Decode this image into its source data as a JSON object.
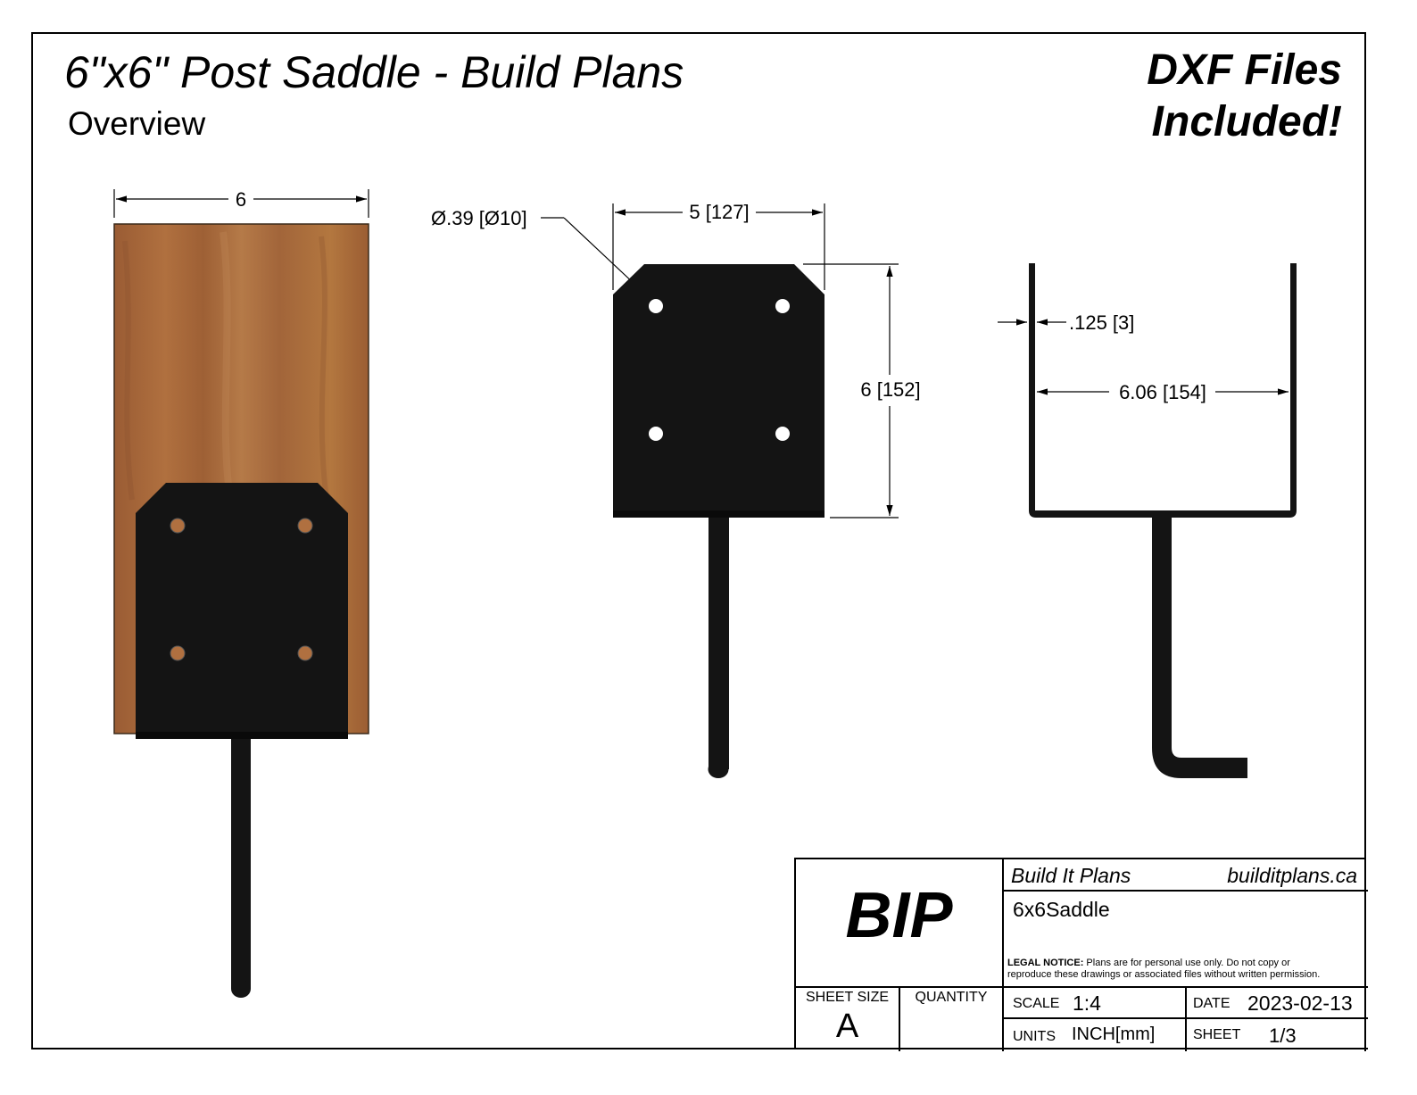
{
  "header": {
    "title": "6\"x6\" Post Saddle - Build Plans",
    "subtitle": "Overview",
    "badge_line1": "DXF Files",
    "badge_line2": "Included!"
  },
  "views": {
    "left": {
      "width_dim": "6"
    },
    "front": {
      "hole_dim": "Ø.39 [Ø10]",
      "width_dim": "5 [127]",
      "height_dim": "6 [152]"
    },
    "side": {
      "thickness_dim": ".125 [3]",
      "inner_width_dim": "6.06 [154]"
    }
  },
  "title_block": {
    "logo": "BIP",
    "company": "Build It Plans",
    "website": "builditplans.ca",
    "part_name": "6x6Saddle",
    "legal_label": "LEGAL NOTICE:",
    "legal_text_line1": "Plans are for personal use only. Do not copy or",
    "legal_text_line2": "reproduce these drawings or associated files without written permission.",
    "sheet_size_label": "SHEET SIZE",
    "sheet_size_value": "A",
    "quantity_label": "QUANTITY",
    "scale_label": "SCALE",
    "scale_value": "1:4",
    "date_label": "DATE",
    "date_value": "2023-02-13",
    "units_label": "UNITS",
    "units_value": "INCH[mm]",
    "sheet_label": "SHEET",
    "sheet_value": "1/3"
  },
  "colors": {
    "wood": "#a5673a",
    "steel": "#141414"
  }
}
